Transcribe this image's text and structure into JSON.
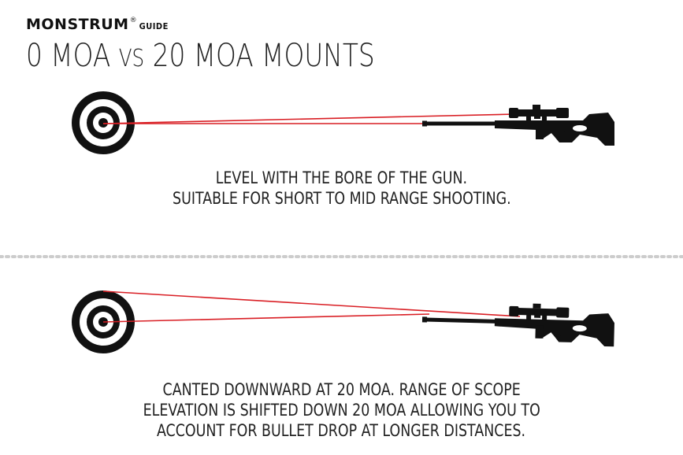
{
  "brand": {
    "name": "MONSTRUM",
    "reg": "®",
    "guide": "GUIDE"
  },
  "title": {
    "part1": "0 MOA ",
    "vs": "VS",
    "part2": " 20 MOA MOUNTS"
  },
  "panel_top": {
    "caption_lines": [
      "LEVEL WITH THE BORE OF THE GUN.",
      "SUITABLE FOR SHORT TO MID RANGE SHOOTING."
    ]
  },
  "panel_bottom": {
    "caption_lines": [
      "CANTED DOWNWARD AT 20 MOA. RANGE OF SCOPE",
      "ELEVATION IS SHIFTED DOWN 20 MOA ALLOWING YOU TO",
      "ACCOUNT FOR BULLET DROP AT LONGER DISTANCES."
    ]
  },
  "colors": {
    "laser": "#d91e24",
    "ink": "#111111",
    "divider": "#cccccc"
  },
  "icons": [
    "target-icon",
    "rifle-icon"
  ]
}
